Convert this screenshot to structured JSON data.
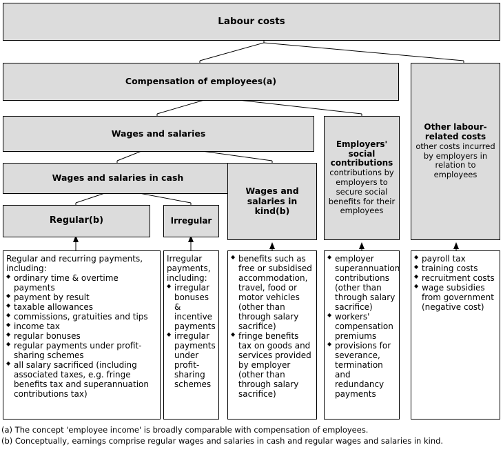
{
  "diagram": {
    "title": "Labour costs",
    "level1": {
      "label": "Labour costs"
    },
    "level2": [
      {
        "label": "Compensation of employees(a)"
      },
      {
        "label": "Other labour-related costs",
        "sub": "other costs incurred by employers in relation to employees"
      }
    ],
    "level3": [
      {
        "label": "Wages and salaries"
      },
      {
        "label": "Employers' social contributions",
        "sub": "contributions by employers to secure social benefits for their employees"
      }
    ],
    "level4": [
      {
        "label": "Wages and salaries in cash"
      },
      {
        "label": "Wages and salaries in kind(b)"
      }
    ],
    "level5": [
      {
        "label": "Regular(b)"
      },
      {
        "label": "Irregular"
      }
    ],
    "details": [
      {
        "key": "regular",
        "lead": "Regular and recurring payments, including:",
        "items": [
          "ordinary time & overtime payments",
          "payment by result",
          "taxable allowances",
          "commissions, gratuities and tips",
          "income tax",
          "regular bonuses",
          "regular payments under profit-sharing schemes",
          "all salary sacrificed (including associated taxes, e.g. fringe benefits tax and superannuation contributions tax)"
        ]
      },
      {
        "key": "irregular",
        "lead": "Irregular payments, including:",
        "items": [
          "irregular bonuses & incentive payments",
          "irregular payments under profit-sharing schemes"
        ]
      },
      {
        "key": "in-kind",
        "lead": "",
        "items": [
          "benefits such as free or subsidised accommodation, travel, food or motor vehicles (other than through salary sacrifice)",
          "fringe benefits tax on goods and services provided by employer (other than through salary sacrifice)"
        ]
      },
      {
        "key": "social-contributions",
        "lead": "",
        "items": [
          "employer superannuation contributions (other than through salary sacrifice)",
          "workers' compensation premiums",
          "provisions for severance, termination and redundancy payments"
        ]
      },
      {
        "key": "other-costs",
        "lead": "",
        "items": [
          "payroll tax",
          "training costs",
          "recruitment costs",
          "wage subsidies from government (negative cost)"
        ]
      }
    ],
    "footnotes": [
      "(a) The concept 'employee income' is broadly comparable with compensation of employees.",
      "(b) Conceptually, earnings comprise regular wages and salaries in cash and regular wages and salaries in kind."
    ],
    "colors": {
      "box_fill": "#dcdcdc",
      "box_border": "#000000",
      "detail_fill": "#ffffff",
      "page_bg": "#ffffff"
    }
  }
}
